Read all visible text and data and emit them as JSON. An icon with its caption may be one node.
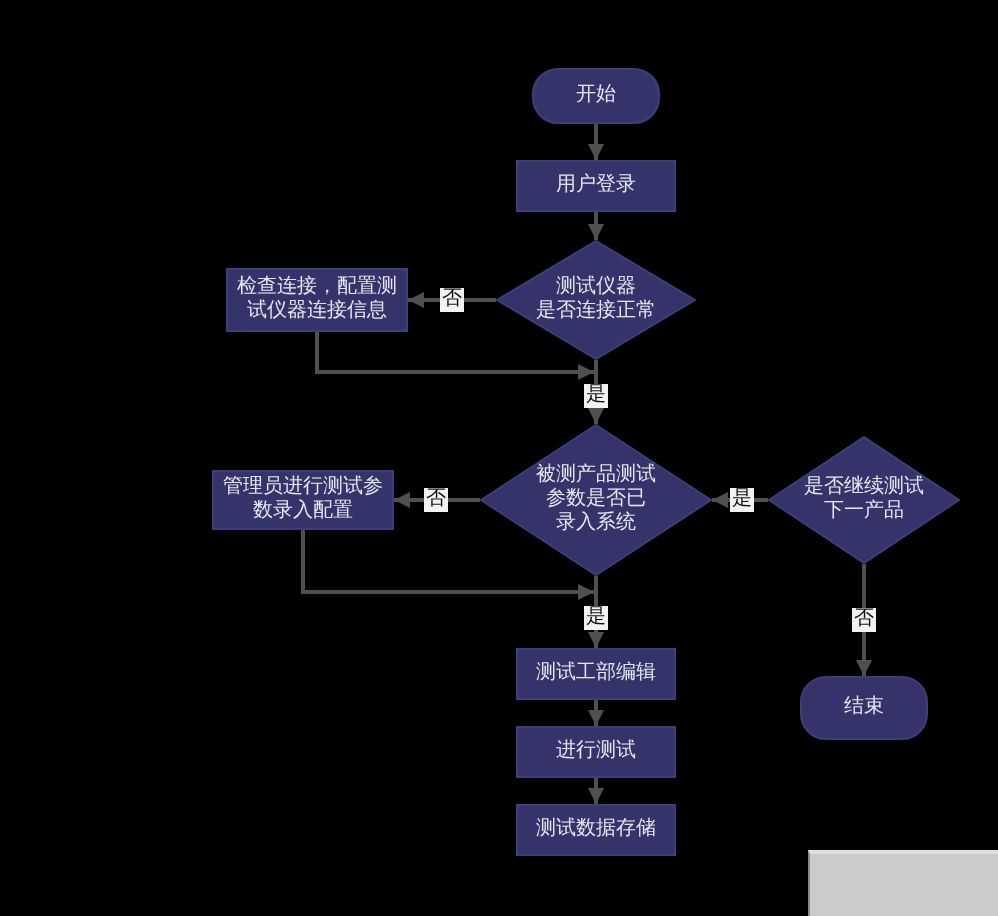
{
  "diagram": {
    "nodes": [
      {
        "text": [
          "开始"
        ]
      },
      {
        "text": [
          "用户登录"
        ]
      },
      {
        "text": [
          "测试仪器是否连接正常"
        ]
      },
      {
        "text": [
          "检查连接，配置测试仪器连接信息"
        ]
      },
      {
        "text": [
          "被测产品测试参数是否已录入系统"
        ]
      },
      {
        "text": [
          "管理员进行测试参数录入配置"
        ]
      },
      {
        "text": [
          "测试工部编辑"
        ]
      },
      {
        "text": [
          "进行测试"
        ]
      },
      {
        "text": [
          "测试数据存储"
        ]
      },
      {
        "text": [
          "是否继续测试下一产品"
        ]
      },
      {
        "text": [
          "结束"
        ]
      }
    ],
    "edges": [
      {
        "from": 0,
        "to": 1,
        "arrow": "to"
      },
      {
        "from": 1,
        "to": 2,
        "arrow": "to"
      },
      {
        "from": 2,
        "to": 3,
        "label": "否",
        "arrow": "to"
      },
      {
        "from": 2,
        "to": 4,
        "label": "是",
        "arrow": "to"
      },
      {
        "from": 3,
        "to": 4,
        "arrow": "to"
      },
      {
        "from": 4,
        "to": 5,
        "label": "否",
        "arrow": "to"
      },
      {
        "from": 4,
        "to": 6,
        "label": "是",
        "arrow": "to"
      },
      {
        "from": 5,
        "to": 6,
        "arrow": "to"
      },
      {
        "from": 6,
        "to": 7,
        "arrow": "to"
      },
      {
        "from": 7,
        "to": 8,
        "arrow": "to"
      },
      {
        "from": 9,
        "to": 4,
        "label": "是",
        "arrow": "to"
      },
      {
        "from": 9,
        "to": 10,
        "label": "否",
        "arrow": "to"
      }
    ]
  }
}
